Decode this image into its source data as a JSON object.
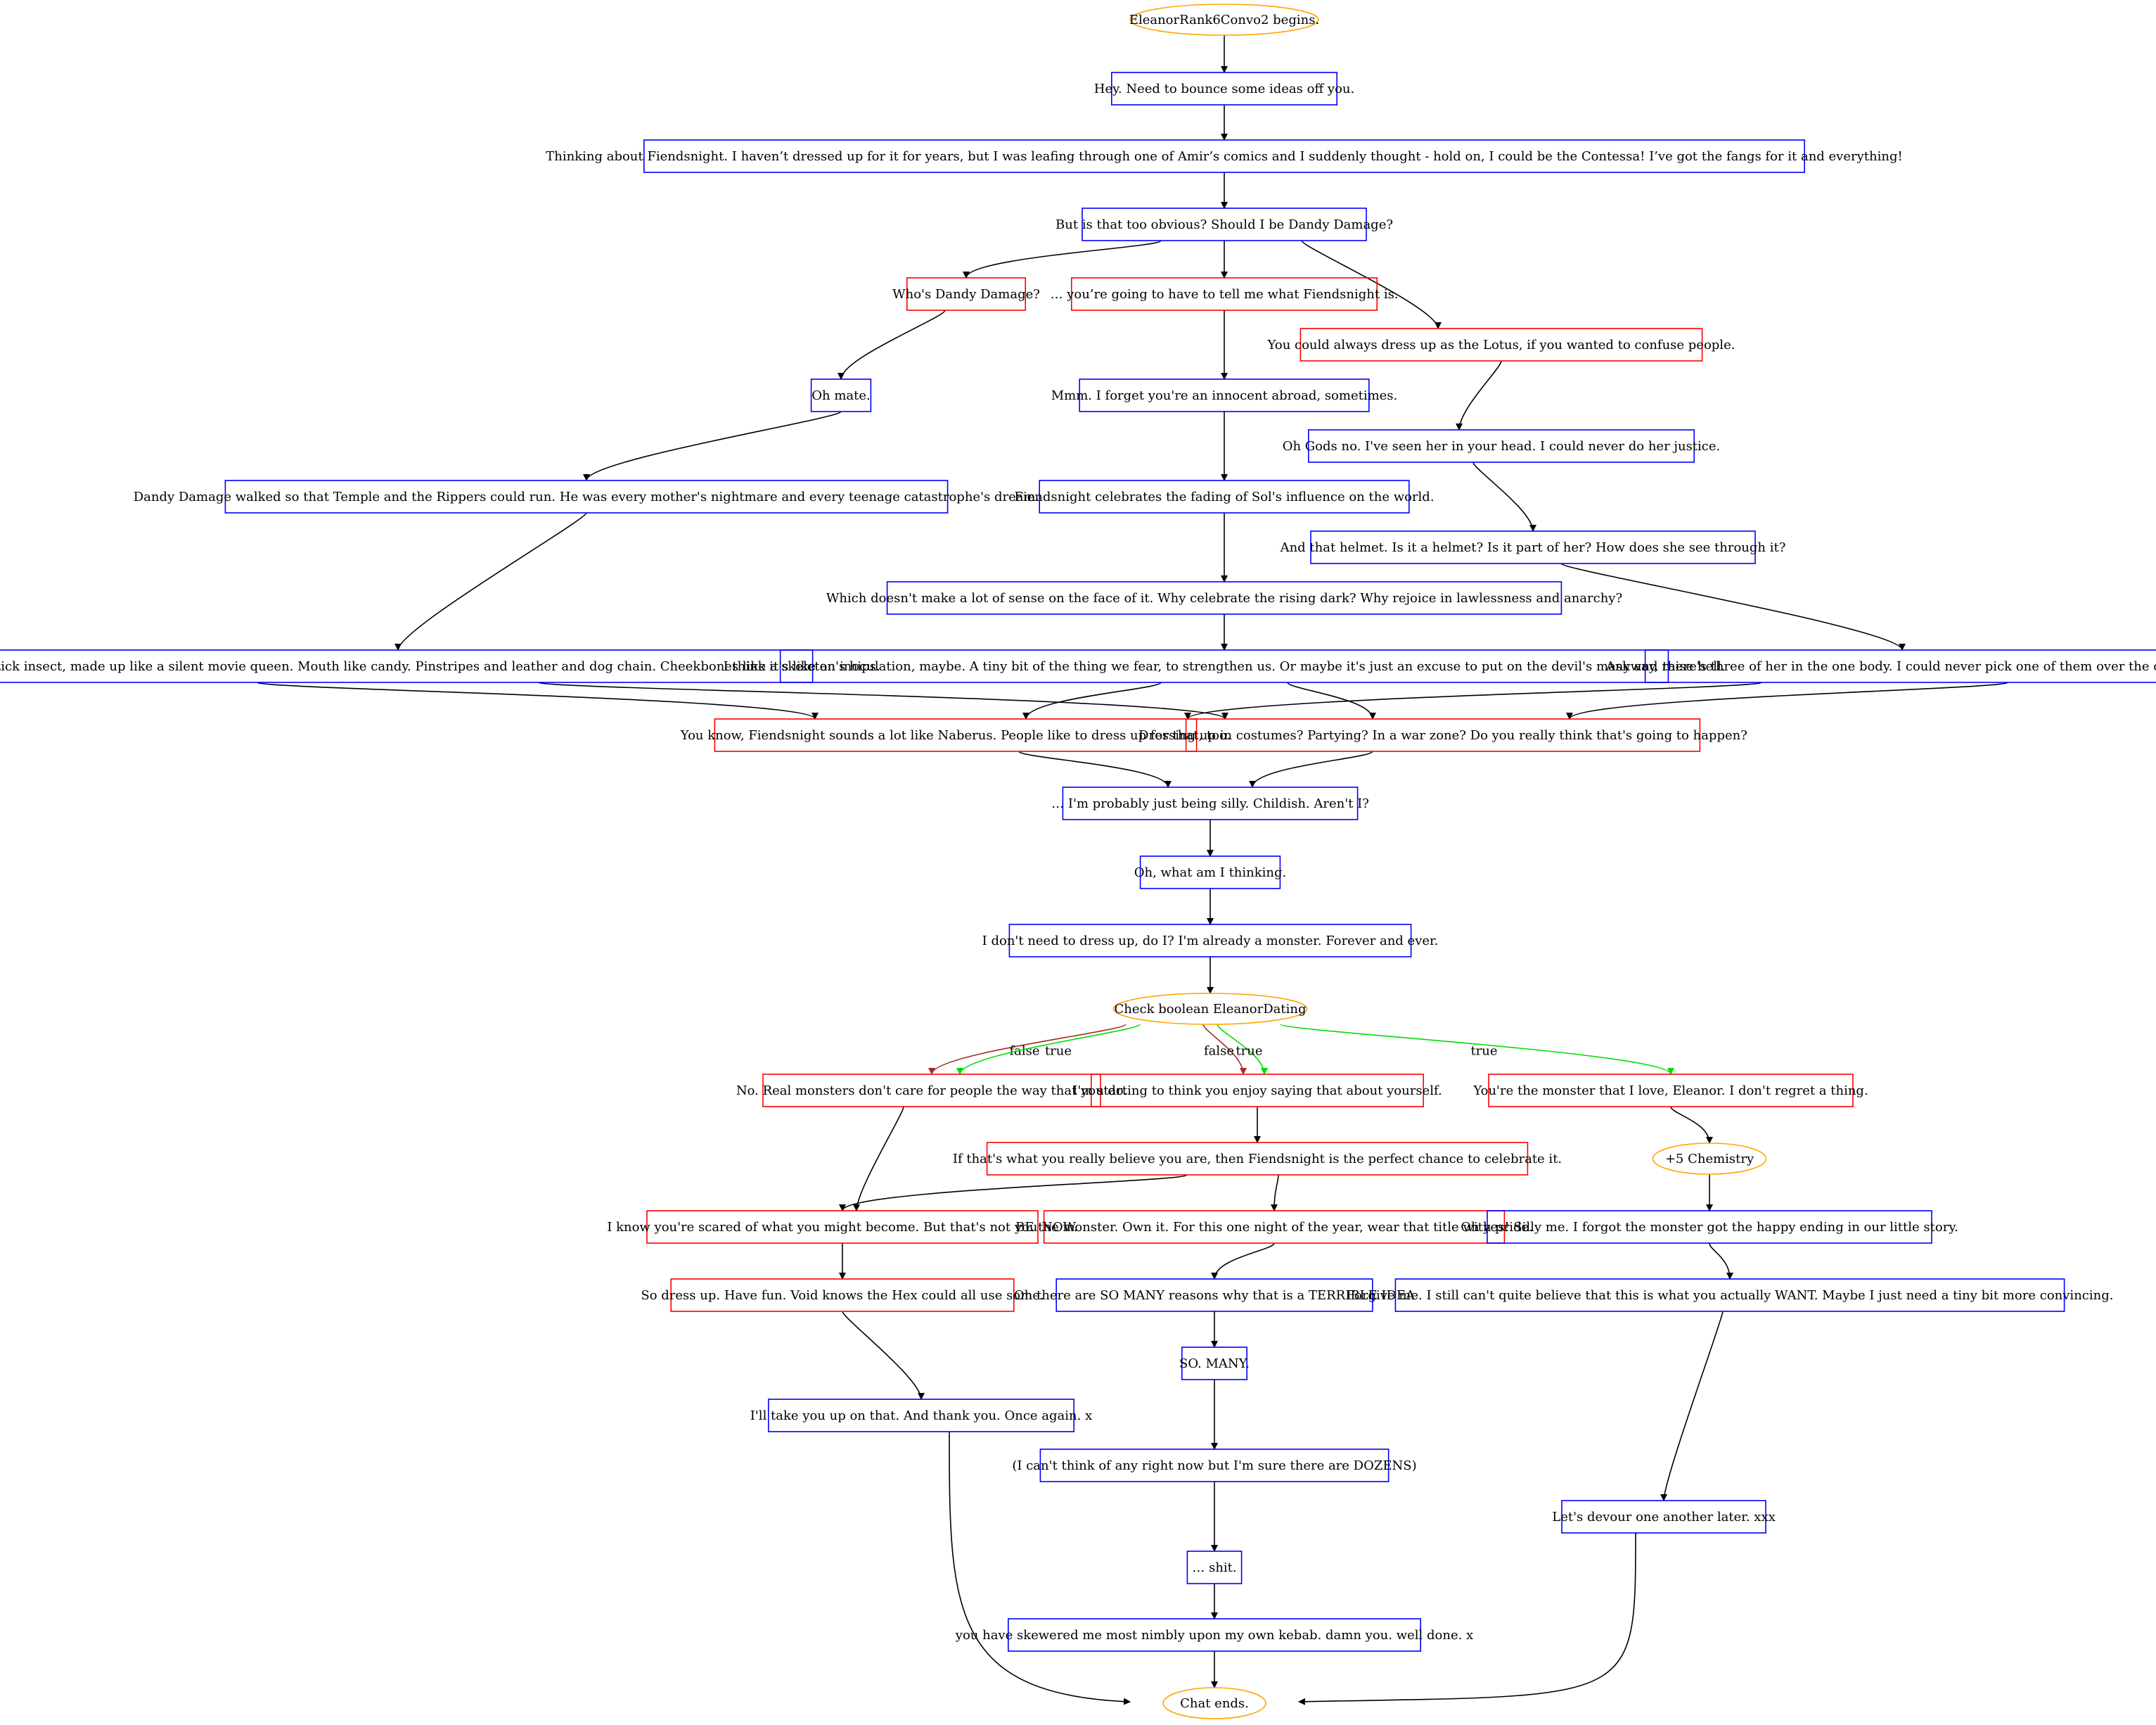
{
  "colors": {
    "npc_border": "#0000ff",
    "player_border": "#ff0000",
    "event_border": "#ffa500",
    "edge": "#000000",
    "edge_true": "#00dd00",
    "edge_false": "#a52a2a",
    "text": "#000000"
  },
  "nodes": {
    "start": "EleanorRank6Convo2 begins.",
    "n1": "Hey. Need to bounce some ideas off you.",
    "n2": "Thinking about Fiendsnight. I haven’t dressed up for it for years, but I was leafing through one of Amir’s comics and I suddenly thought - hold on, I could be the Contessa! I’ve got the fangs for it and everything!",
    "n3": "But is that too obvious? Should I be Dandy Damage?",
    "p_who": "Who's Dandy Damage?",
    "p_tell": "… you’re going to have to tell me what Fiendsnight is.",
    "p_lotus": "You could always dress up as the Lotus, if you wanted to confuse people.",
    "a_ohmate": "Oh mate.",
    "a_dandy": "Dandy Damage walked so that Temple and the Rippers could run. He was every mother's nightmare and every teenage catastrophe's dream.",
    "a_built": "Built like a stick insect, made up like a silent movie queen. Mouth like candy. Pinstripes and leather and dog chain. Cheekbones like a skeleton's hips.",
    "b_mmm": "Mmm. I forget you're an innocent abroad, sometimes.",
    "b_celebrates": "Fiendsnight celebrates the fading of Sol's influence on the world.",
    "b_which": "Which doesn't make a lot of sense on the face of it. Why celebrate the rising dark? Why rejoice in lawlessness and anarchy?",
    "b_inoc": "I think it's like an inoculation, maybe. A tiny bit of the thing we fear, to strengthen us. Or maybe it's just an excuse to put on the devil's mask and raise hell.",
    "c_gods": "Oh Gods no. I've seen her in your head. I could never do her justice.",
    "c_helmet": "And that helmet. Is it a helmet? Is it part of her? How does she see through it?",
    "c_anyway": "Anyway, there's three of her in the one body. I could never pick one of them over the others.",
    "p_naberus": "You know, Fiendsnight sounds a lot like Naberus. People like to dress up for that, too.",
    "p_costumes": "Dressing up in costumes? Partying? In a war zone? Do you really think that's going to happen?",
    "n_silly": "… I'm probably just being silly. Childish. Aren't I?",
    "n_thinking": "Oh, what am I thinking.",
    "n_monster": "I don't need to dress up, do I? I'm already a monster. Forever and ever.",
    "check": "Check boolean EleanorDating",
    "p_real": "No. Real monsters don't care for people the way that you do.",
    "p_starting": "I'm starting to think you enjoy saying that about yourself.",
    "p_love": "You're the monster that I love, Eleanor.  I don't regret a thing.",
    "p_believe": "If that's what you really believe you are, then Fiendsnight is the perfect chance to celebrate it.",
    "chem": "+5 Chemistry",
    "p_scared": "I know you're scared of what you might become. But that's not you NOW.",
    "p_be": "BE the monster. Own it. For this one night of the year, wear that title with pride.",
    "e_ohyes": "Oh yes! Silly me. I forgot the monster got the happy ending in our little story.",
    "p_dressup": "So dress up. Have fun. Void knows the Hex could all use some.",
    "e_somany": "Oh there are SO MANY reasons why that is a TERRIBLE IDEA",
    "e_forgive": "Forgive me. I still can't quite believe that this is what you actually WANT. Maybe I just need a tiny bit more convincing.",
    "e_takeyou": "I'll take you up on that. And thank you. Once again. x",
    "e_so": "SO. MANY.",
    "e_cant": "(I can't think of any right now but I'm sure there are DOZENS)",
    "e_devour": "Let's devour one another later. xxx",
    "e_shit": "… shit.",
    "e_skewered": "you have skewered me most nimbly upon my own kebab. damn you. well done. x",
    "end": "Chat ends."
  },
  "edge_labels": {
    "false": "false",
    "true": "true"
  }
}
